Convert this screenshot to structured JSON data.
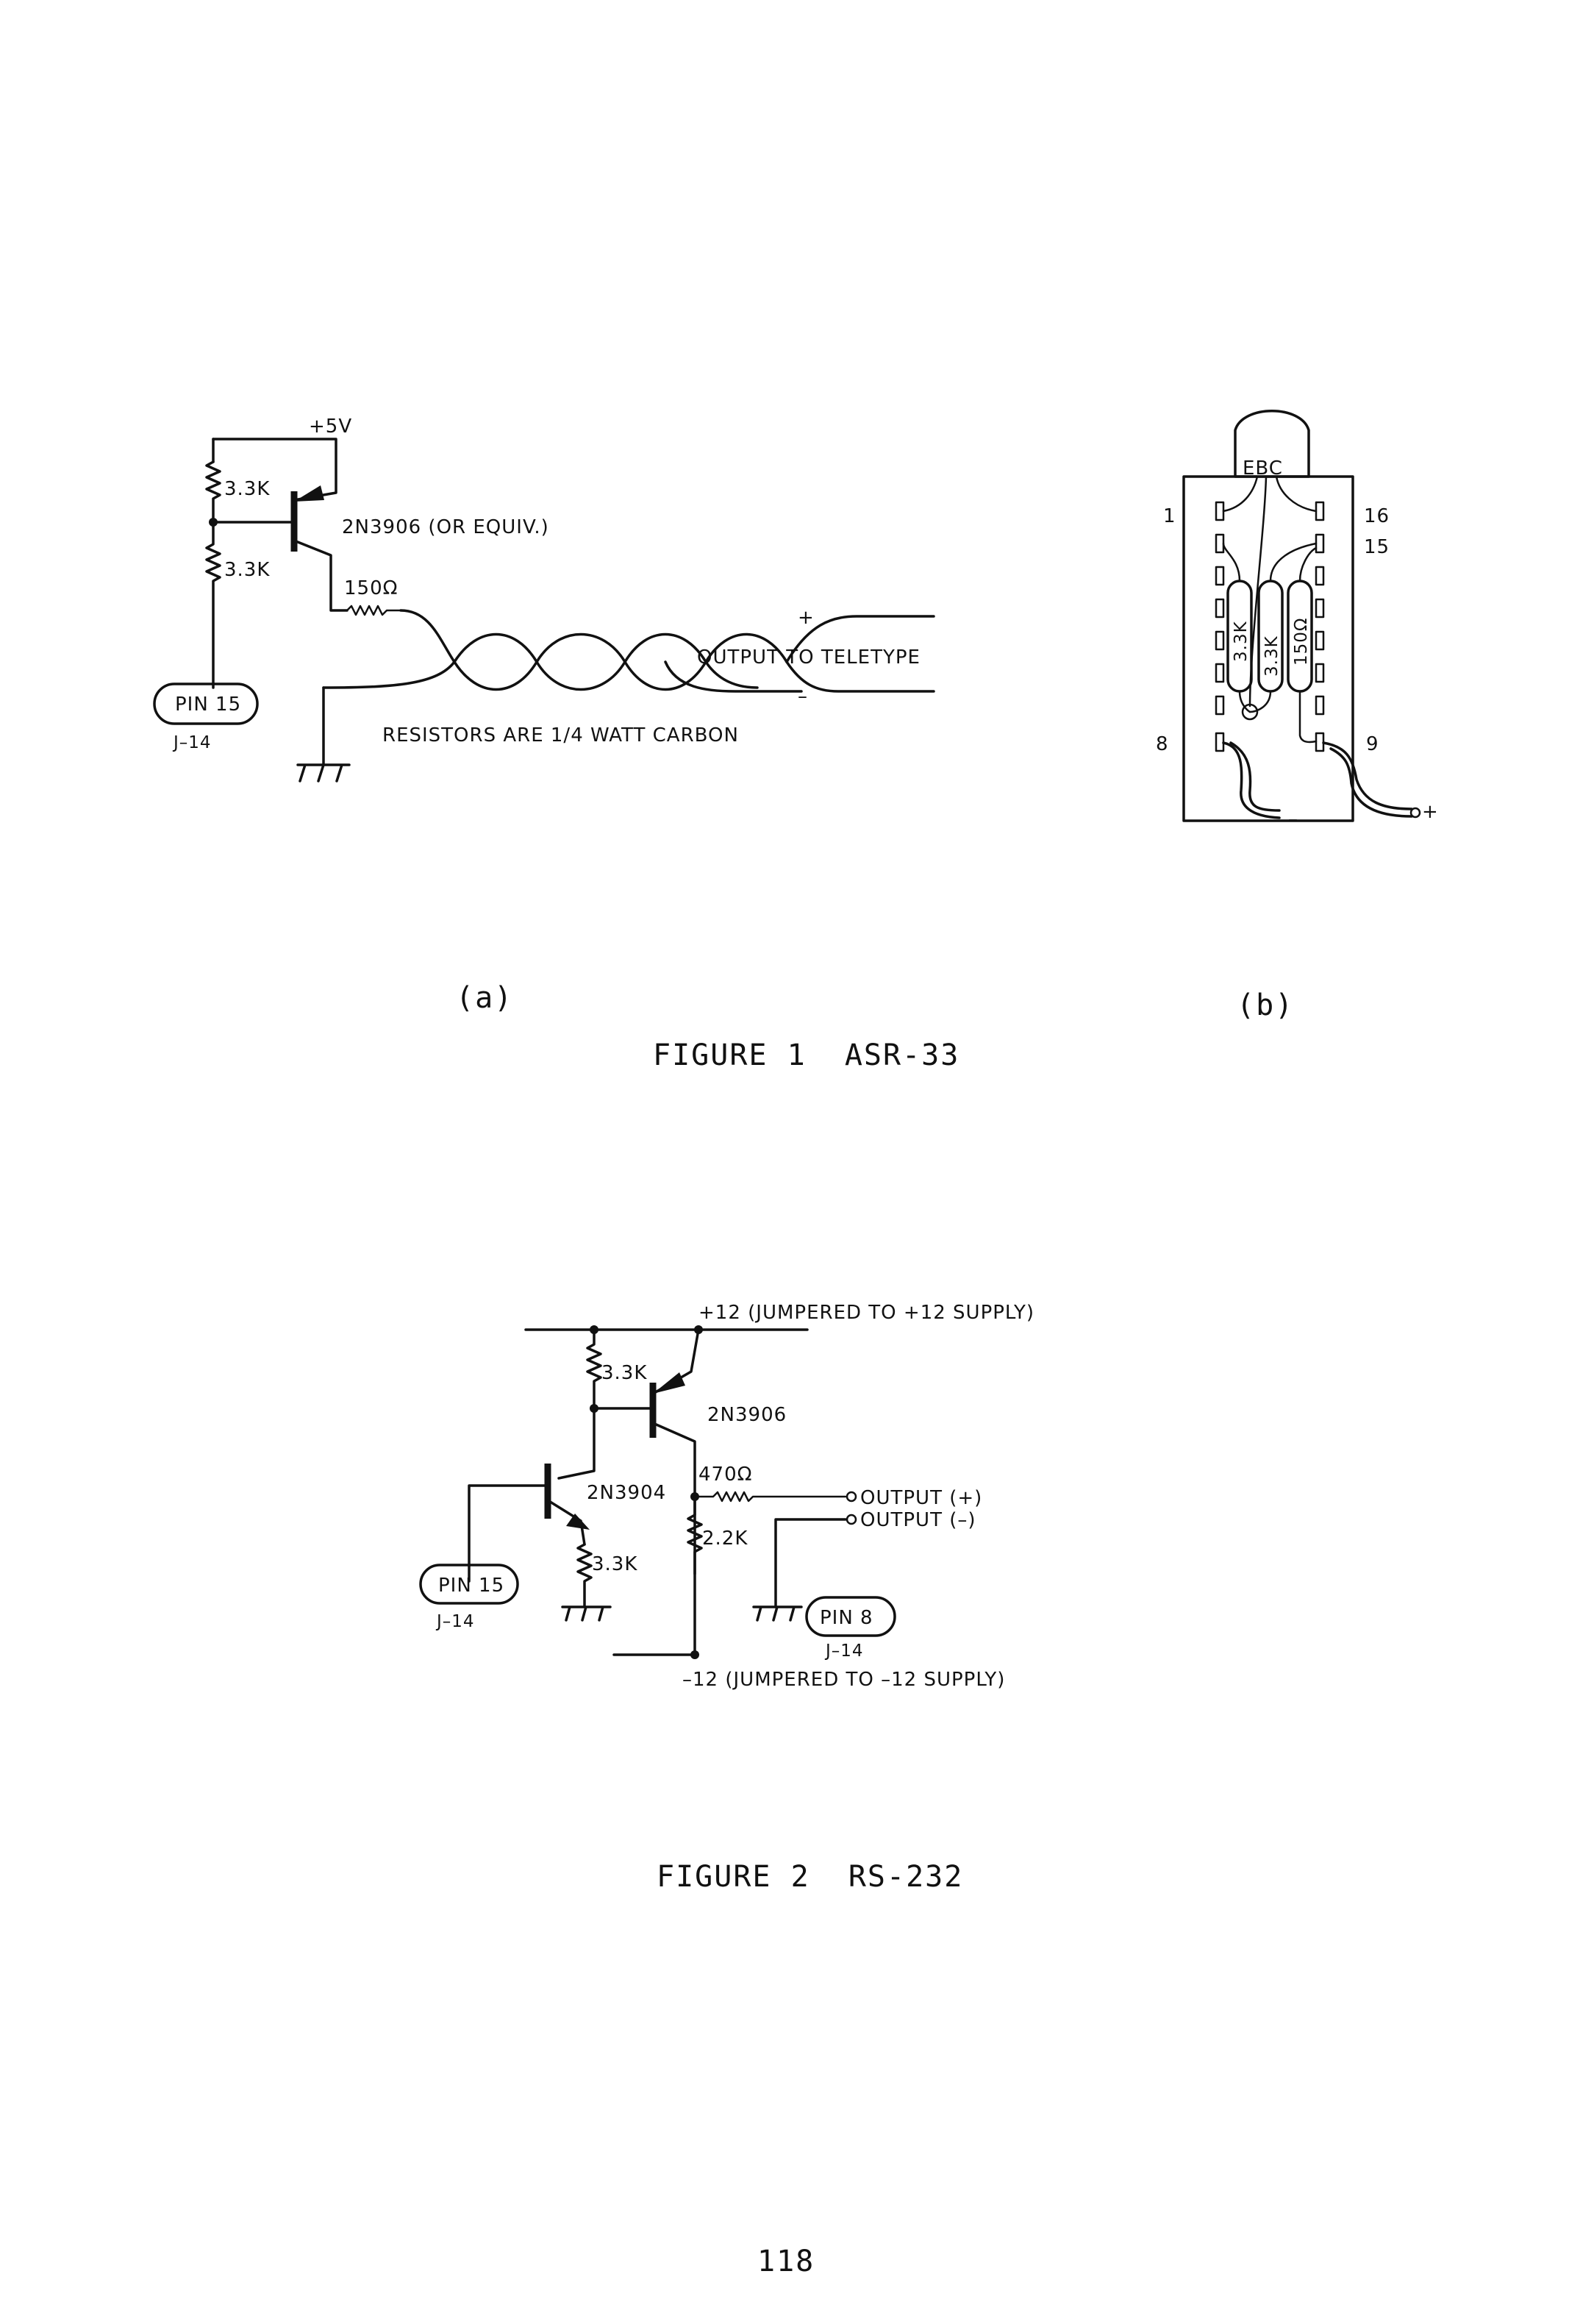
{
  "figure1": {
    "a": {
      "supply": "+5V",
      "r_upper": "3.3K",
      "r_lower": "3.3K",
      "transistor": "2N3906 (OR EQUIV.)",
      "r_series": "150Ω",
      "plus": "+",
      "minus": "–",
      "output": "OUTPUT  TO  TELETYPE",
      "note": "RESISTORS  ARE  1/4  WATT  CARBON",
      "pin": "PIN 15",
      "connector": "J–14"
    },
    "b": {
      "transistor_pins": "EBC",
      "pin_1": "1",
      "pin_16": "16",
      "pin_15": "15",
      "pin_8": "8",
      "pin_9": "9",
      "r1": "3.3K",
      "r2": "3.3K",
      "r3": "150Ω",
      "minus": "–",
      "plus": "+"
    },
    "sub_a": "(a)",
    "sub_b": "(b)",
    "caption": "FIGURE 1  ASR-33"
  },
  "figure2": {
    "supply_top": "+12 (JUMPERED  TO  +12  SUPPLY)",
    "r_top": "3.3K",
    "pnp": "2N3906",
    "npn": "2N3904",
    "r_series": "470Ω",
    "out_plus": "OUTPUT  (+)",
    "out_minus": "OUTPUT  (–)",
    "r_pulldown": "2.2K",
    "r_emitter": "3.3K",
    "pin15": "PIN 15",
    "pin15_conn": "J–14",
    "pin8": "PIN 8",
    "pin8_conn": "J–14",
    "supply_bottom": "–12  (JUMPERED  TO  –12  SUPPLY)",
    "caption": "FIGURE 2  RS-232"
  },
  "page_number": "118"
}
